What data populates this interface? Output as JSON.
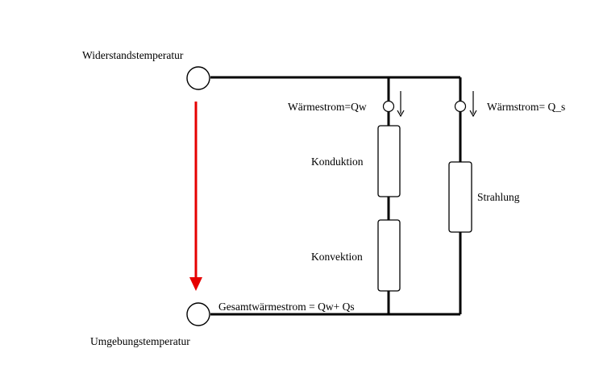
{
  "labels": {
    "resistor_temp": "Widerstandstemperatur",
    "ambient_temp": "Umgebungstemperatur",
    "heat_flow_w": "Wärmestrom=Qw",
    "heat_flow_s": "Wärmstrom= Q_s",
    "conduction": "Konduktion",
    "convection": "Konvektion",
    "radiation": "Strahlung",
    "total_flow": "Gesamtwärmestrom = Qw+ Qs"
  },
  "colors": {
    "wire": "#000000",
    "arrow": "#e60000"
  }
}
